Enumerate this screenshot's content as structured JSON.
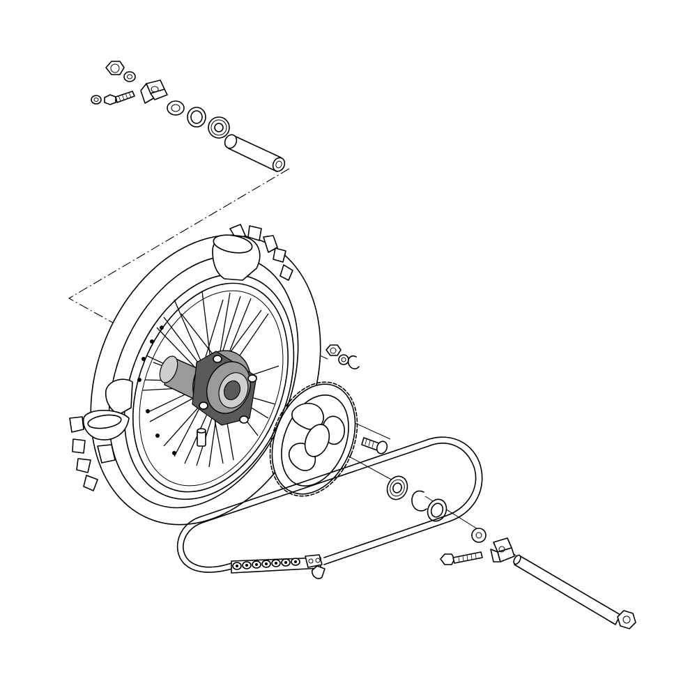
{
  "diagram": {
    "type": "exploded-parts-view",
    "text_labels": [],
    "colors": {
      "line": "#000000",
      "background": "#ffffff",
      "hub_shading": "#9a9a9a"
    },
    "parts": [
      {
        "name": "axle-nut"
      },
      {
        "name": "washer"
      },
      {
        "name": "adjuster-bolt"
      },
      {
        "name": "chain-adjuster-block"
      },
      {
        "name": "collar"
      },
      {
        "name": "oil-seal"
      },
      {
        "name": "bearing"
      },
      {
        "name": "spacer-tube"
      },
      {
        "name": "tire"
      },
      {
        "name": "rim"
      },
      {
        "name": "spokes"
      },
      {
        "name": "hub"
      },
      {
        "name": "rim-lock"
      },
      {
        "name": "valve-stem"
      },
      {
        "name": "sprocket-nut"
      },
      {
        "name": "circlip"
      },
      {
        "name": "rear-sprocket"
      },
      {
        "name": "sprocket-bolt"
      },
      {
        "name": "drive-chain"
      },
      {
        "name": "master-link"
      },
      {
        "name": "axle"
      }
    ]
  }
}
